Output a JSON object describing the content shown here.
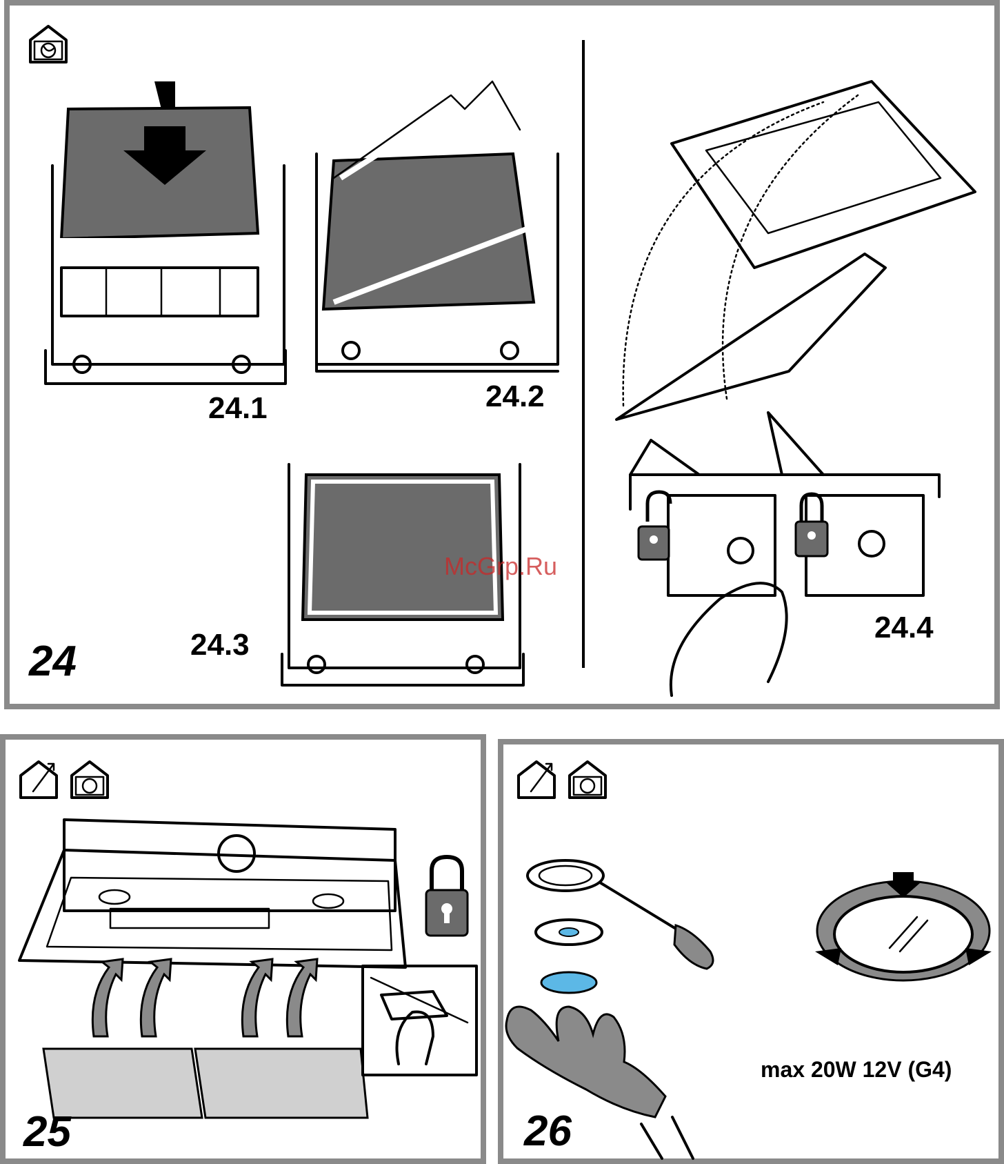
{
  "panels": {
    "p24": {
      "number": "24",
      "steps": [
        "24.1",
        "24.2",
        "24.3",
        "24.4"
      ],
      "icons": [
        "recirculation-mode-icon"
      ]
    },
    "p25": {
      "number": "25",
      "icons": [
        "extraction-mode-icon",
        "recirculation-mode-icon",
        "padlock-locked-icon"
      ]
    },
    "p26": {
      "number": "26",
      "icons": [
        "extraction-mode-icon",
        "recirculation-mode-icon"
      ],
      "lamp_spec": "max 20W 12V (G4)"
    }
  },
  "watermark": "McGrp.Ru",
  "colors": {
    "frame": "#8a8a8a",
    "filter_grey": "#6b6b6b",
    "lamp_blue": "#5cb8e6",
    "watermark": "#c82828"
  }
}
